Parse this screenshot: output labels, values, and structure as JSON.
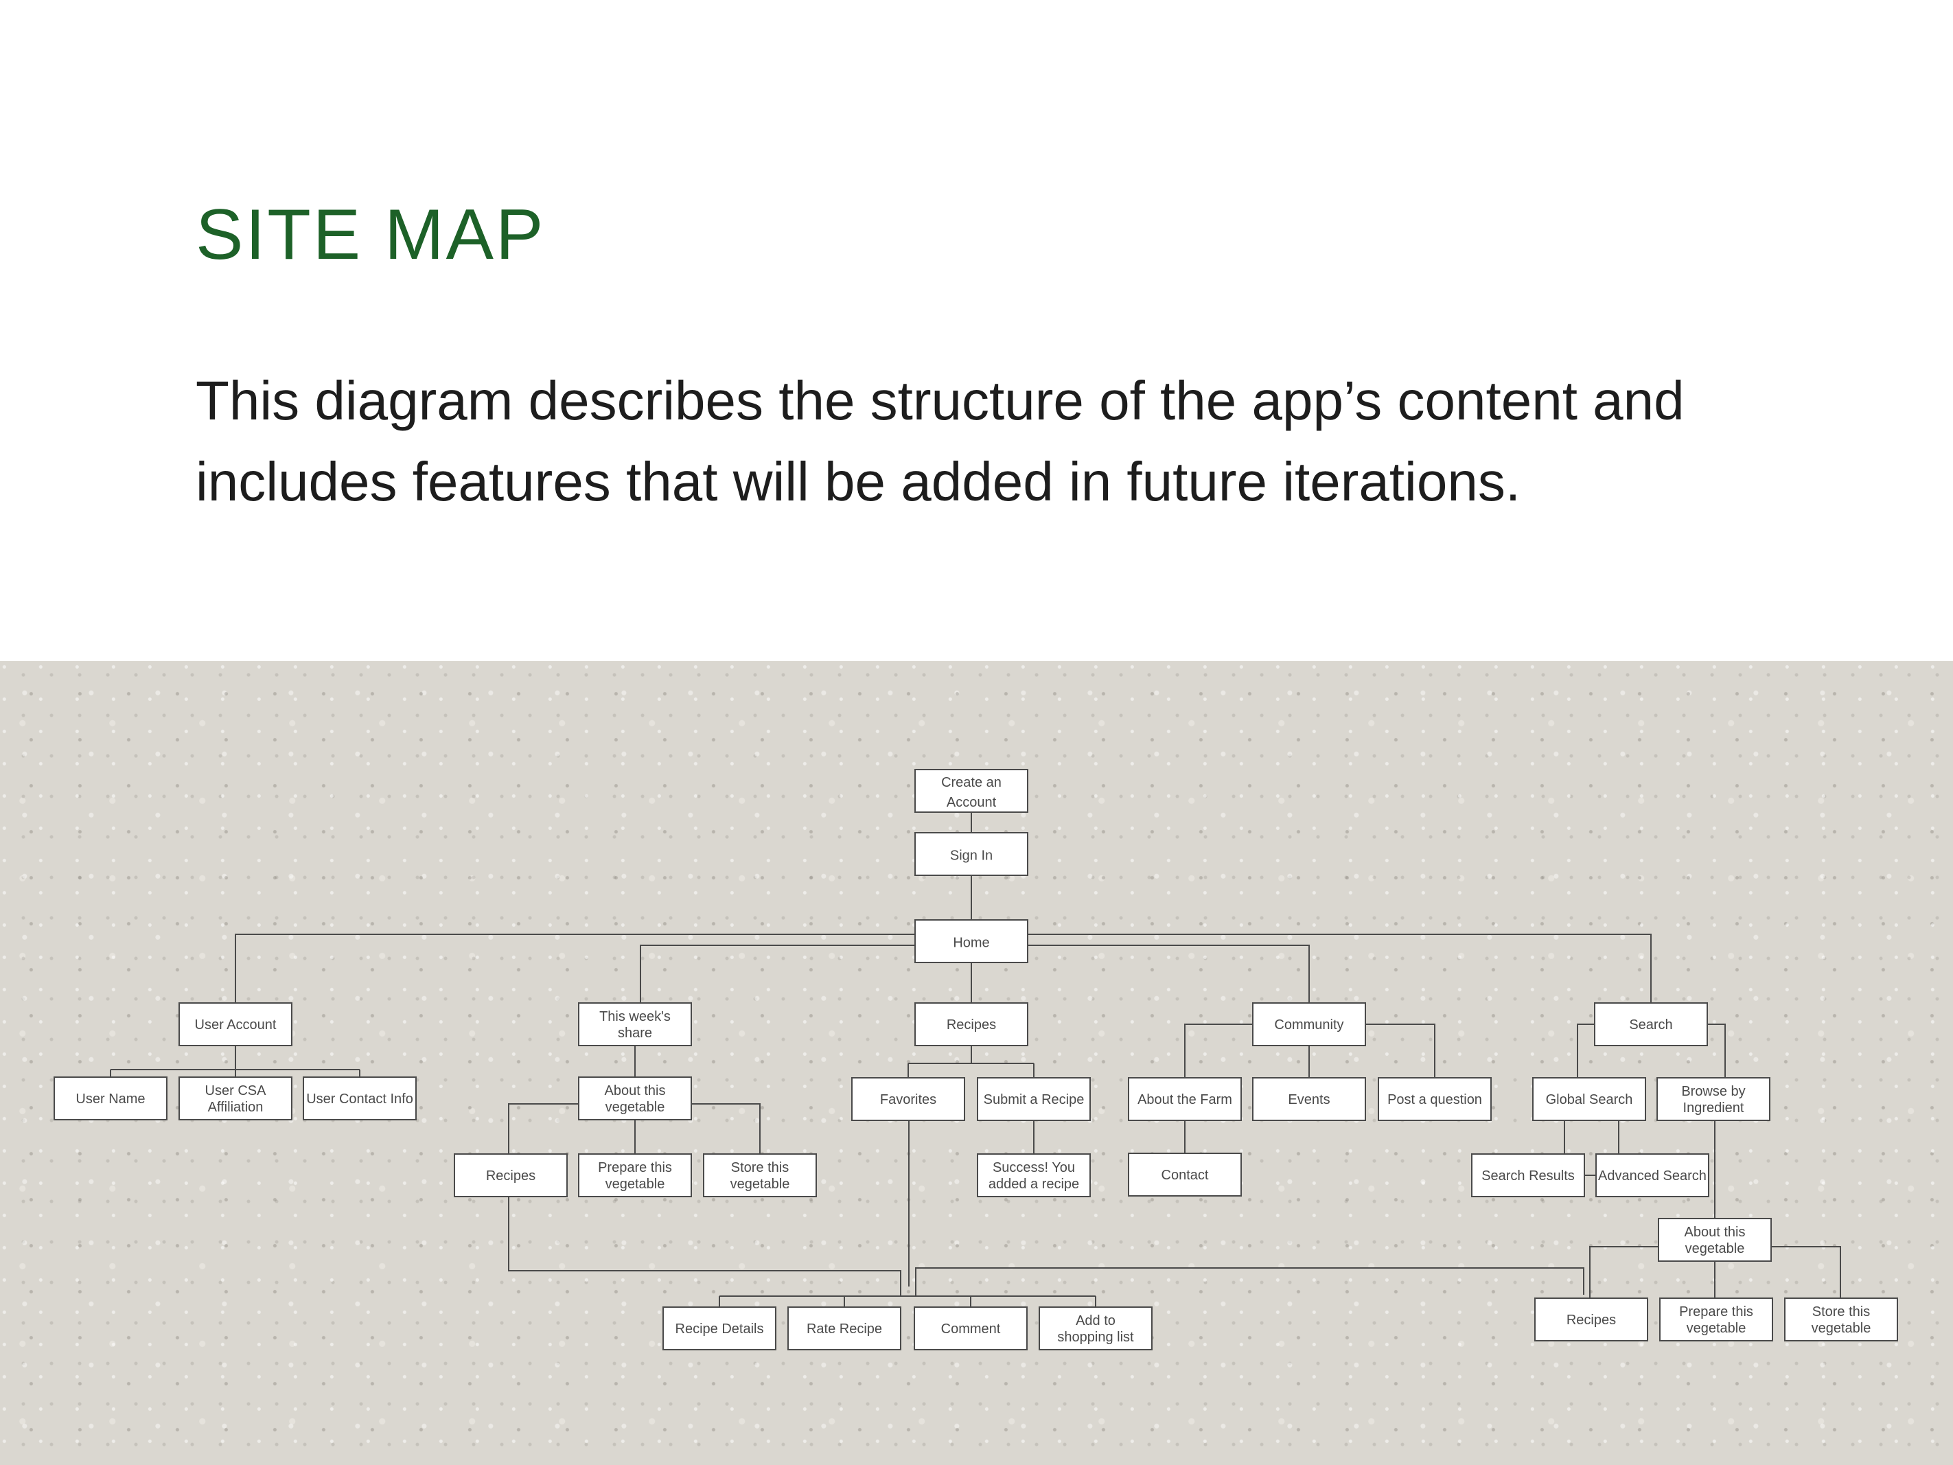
{
  "slide": {
    "title": "SITE MAP",
    "description": "This diagram describes the structure of the app’s content and includes features that will be added in future iterations."
  },
  "colors": {
    "title": "#1d6128",
    "text": "#1d1d1d",
    "panel_background": "#dad7d0",
    "node_border": "#4a4a4a",
    "node_fill": "#ffffff"
  },
  "sitemap": {
    "nodes": [
      {
        "id": "create-account",
        "label": "Create an Account"
      },
      {
        "id": "sign-in",
        "label": "Sign In"
      },
      {
        "id": "home",
        "label": "Home"
      },
      {
        "id": "user-account",
        "label": "User Account"
      },
      {
        "id": "weeks-share",
        "label": "This week's share"
      },
      {
        "id": "recipes",
        "label": "Recipes"
      },
      {
        "id": "community",
        "label": "Community"
      },
      {
        "id": "search",
        "label": "Search"
      },
      {
        "id": "user-name",
        "label": "User Name"
      },
      {
        "id": "user-csa-affiliation",
        "label": "User CSA Affiliation"
      },
      {
        "id": "user-contact-info",
        "label": "User Contact Info"
      },
      {
        "id": "about-vegetable-1",
        "label": "About this vegetable"
      },
      {
        "id": "favorites",
        "label": "Favorites"
      },
      {
        "id": "submit-recipe",
        "label": "Submit a Recipe"
      },
      {
        "id": "about-farm",
        "label": "About the Farm"
      },
      {
        "id": "events",
        "label": "Events"
      },
      {
        "id": "post-question",
        "label": "Post a question"
      },
      {
        "id": "global-search",
        "label": "Global Search"
      },
      {
        "id": "browse-ingredient",
        "label": "Browse by Ingredient"
      },
      {
        "id": "recipes-share",
        "label": "Recipes"
      },
      {
        "id": "prepare-vegetable-1",
        "label": "Prepare this vegetable"
      },
      {
        "id": "store-vegetable-1",
        "label": "Store this vegetable"
      },
      {
        "id": "success-recipe",
        "label": "Success! You added a recipe"
      },
      {
        "id": "contact",
        "label": "Contact"
      },
      {
        "id": "search-results",
        "label": "Search Results"
      },
      {
        "id": "advanced-search",
        "label": "Advanced Search"
      },
      {
        "id": "about-vegetable-2",
        "label": "About this vegetable"
      },
      {
        "id": "recipe-details",
        "label": "Recipe Details"
      },
      {
        "id": "rate-recipe",
        "label": "Rate Recipe"
      },
      {
        "id": "comment",
        "label": "Comment"
      },
      {
        "id": "add-shopping-list",
        "label": "Add to shopping list"
      },
      {
        "id": "recipes-browse",
        "label": "Recipes"
      },
      {
        "id": "prepare-vegetable-2",
        "label": "Prepare this vegetable"
      },
      {
        "id": "store-vegetable-2",
        "label": "Store this vegetable"
      }
    ]
  }
}
